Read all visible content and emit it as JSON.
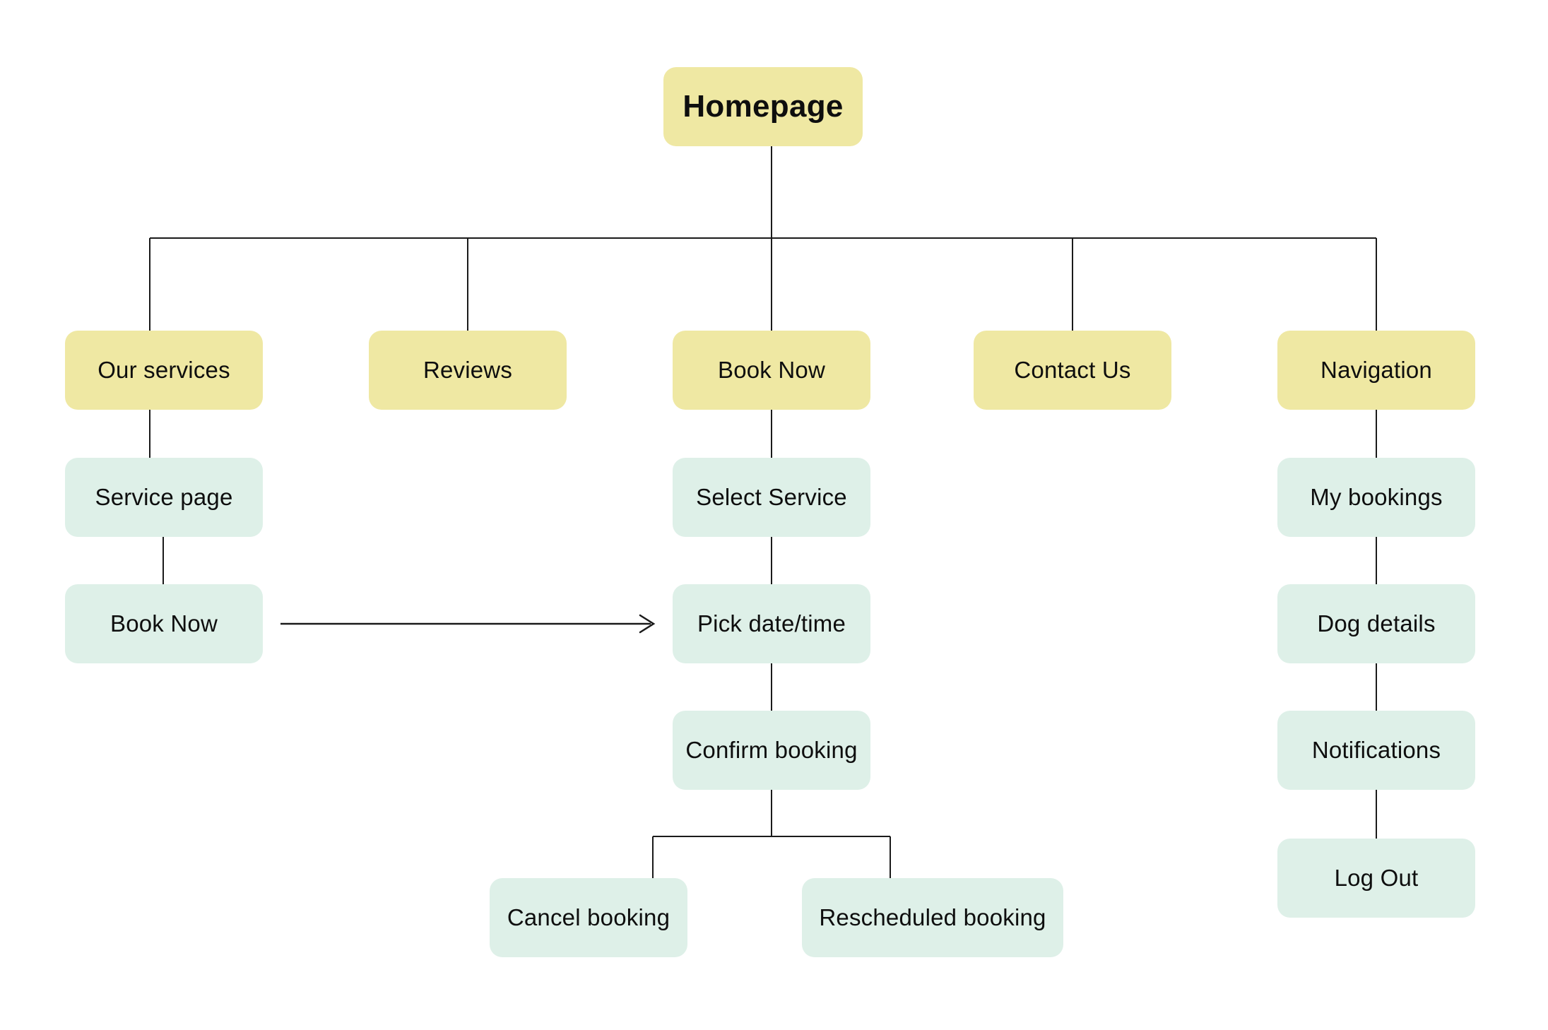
{
  "colors": {
    "level1_fill": "#EFE8A3",
    "level2_fill": "#DEF0E8",
    "line": "#1A1A1A",
    "text": "#0E0E0E",
    "background": "#FFFFFF"
  },
  "nodes": {
    "homepage": {
      "label": "Homepage"
    },
    "our_services": {
      "label": "Our services"
    },
    "reviews": {
      "label": "Reviews"
    },
    "book_now_main": {
      "label": "Book Now"
    },
    "contact_us": {
      "label": "Contact Us"
    },
    "navigation": {
      "label": "Navigation"
    },
    "service_page": {
      "label": "Service page"
    },
    "book_now_sub": {
      "label": "Book Now"
    },
    "select_service": {
      "label": "Select Service"
    },
    "pick_date_time": {
      "label": "Pick date/time"
    },
    "confirm_booking": {
      "label": "Confirm booking"
    },
    "cancel_booking": {
      "label": "Cancel booking"
    },
    "rescheduled_booking": {
      "label": "Rescheduled booking"
    },
    "my_bookings": {
      "label": "My bookings"
    },
    "dog_details": {
      "label": "Dog details"
    },
    "notifications": {
      "label": "Notifications"
    },
    "log_out": {
      "label": "Log Out"
    }
  }
}
